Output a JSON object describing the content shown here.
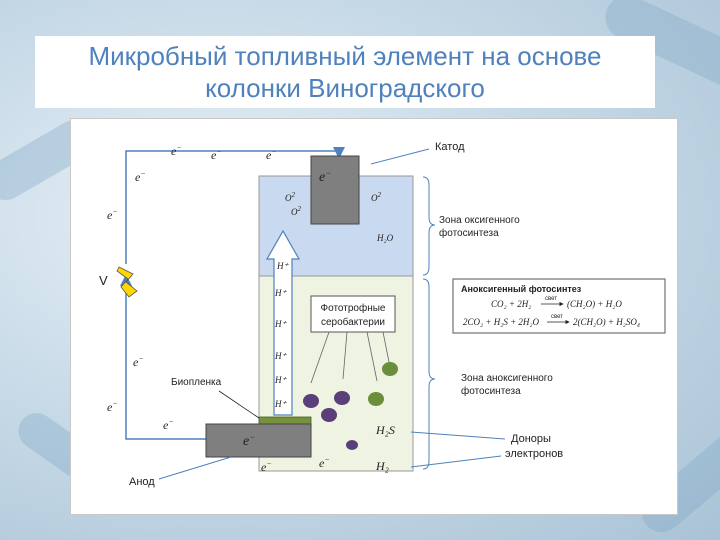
{
  "title": {
    "line1": "Микробный топливный элемент на основе",
    "line2": "колонки Виноградского"
  },
  "diagram": {
    "cathode_label": "Катод",
    "anode_label": "Анод",
    "biofilm_label": "Биопленка",
    "voltage_label": "V",
    "electron": "e",
    "electron_sup": "−",
    "oxygen": "O",
    "oxygen_sup": "2",
    "water": "H₂O",
    "proton": "H⁺",
    "h2s": "H₂S",
    "h2": "H₂",
    "phototrophs_line1": "Фототрофные",
    "phototrophs_line2": "серобактерии",
    "oxygenic_zone_line1": "Зона оксигенного",
    "oxygenic_zone_line2": "фотосинтеза",
    "anoxygenic_zone_line1": "Зона аноксигенного",
    "anoxygenic_zone_line2": "фотосинтеза",
    "donors_line1": "Доноры",
    "donors_line2": "электронов",
    "box_title": "Аноксигенный фотосинтез",
    "eq1_left": "CO₂ + 2H₂",
    "eq1_right": "(CH₂O) + H₂O",
    "eq2_left": "2CO₂ + H₂S + 2H₂O",
    "eq2_right": "2(CH₂O) + H₂SO₄",
    "arrow_label": "свет",
    "colors": {
      "title": "#4f81bd",
      "oxygenic_zone": "#c9d9ef",
      "anoxygenic_zone": "#eef3e2",
      "electrode": "#7f7f7f",
      "biofilm": "#76923c",
      "arrows": "#4f81bd",
      "bacteria_purple": "#5b3f7a",
      "bacteria_green": "#6a8f3c"
    }
  }
}
